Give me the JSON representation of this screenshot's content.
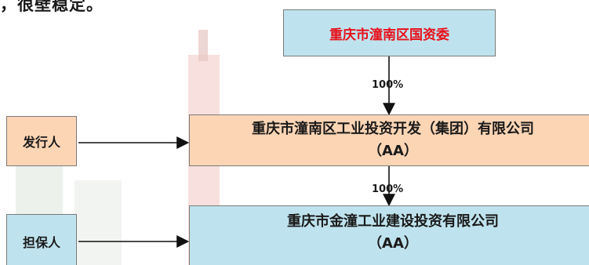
{
  "top_text": "，很壁稳定。",
  "parent": {
    "name": "重庆市潼南区国资委"
  },
  "issuer": {
    "name": "重庆市潼南区工业投资开发（集团）有限公司",
    "rating": "（AA）"
  },
  "guarantor": {
    "name": "重庆市金潼工业建设投资有限公司",
    "rating": "（AA）"
  },
  "roles": {
    "issuer": "发行人",
    "guarantor": "担保人"
  },
  "ownership": {
    "parent_to_issuer": "100%",
    "issuer_to_guarantor": "100%"
  },
  "colors": {
    "parent_text": "#e8101a",
    "blue_box": "#bfe3ee",
    "peach_box": "#fcd5b5"
  }
}
